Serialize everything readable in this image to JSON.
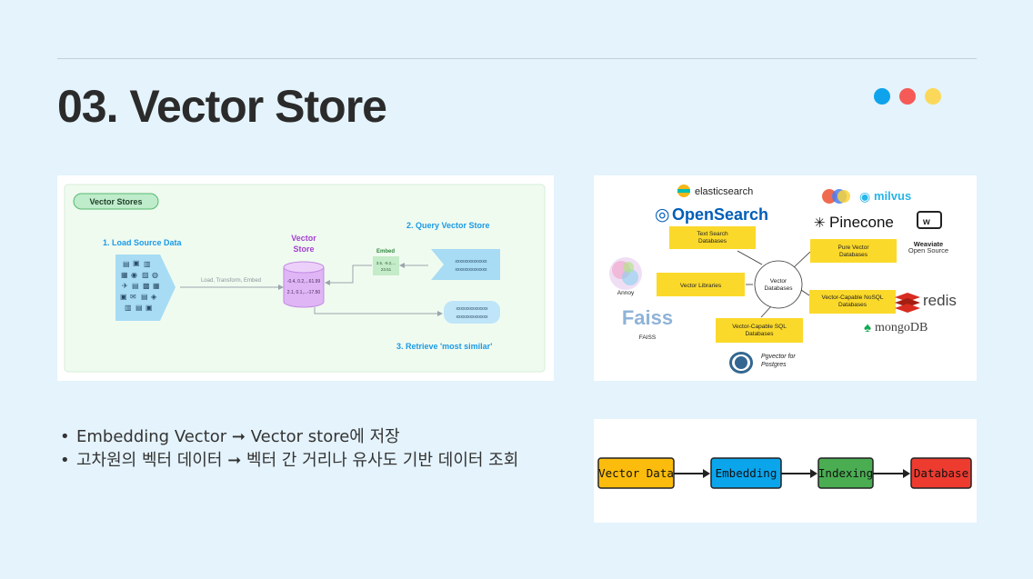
{
  "slide": {
    "title": "03. Vector Store",
    "dots": [
      {
        "name": "blue-dot",
        "color": "#0fa3ec"
      },
      {
        "name": "red-dot",
        "color": "#f55a57"
      },
      {
        "name": "yellow-dot",
        "color": "#fbd859"
      }
    ],
    "bullets": [
      "Embedding Vector ➞ Vector store에 저장",
      "고차원의 벡터 데이터 ➞ 벡터 간 거리나 유사도 기반 데이터 조회"
    ]
  },
  "vector_stores_diagram": {
    "badge": "Vector Stores",
    "step1": "1. Load Source Data",
    "step2": "2. Query Vector Store",
    "step3": "3. Retrieve 'most similar'",
    "store_line1": "Vector",
    "store_line2": "Store",
    "pipeline_label": "Load, Transform, Embed",
    "embed_label": "Embed",
    "embed_vals1": "3.5, -9.2,...",
    "embed_vals2": "23.51",
    "db_vals1": "-0.4, 0.2,...61.99",
    "db_vals2": "2.1, 0.1,...-17.50",
    "query_x1": "xxxxxxxxxxxxxx",
    "query_x2": "xxxxxxxxxxxxxx",
    "result_x1": "xxxxxxxxxxxxxx",
    "result_x2": "xxxxxxxxxxxxxx"
  },
  "ecosystem_diagram": {
    "center_line1": "Vector",
    "center_line2": "Databases",
    "text_search_1": "Text Search",
    "text_search_2": "Databases",
    "pure_vector_1": "Pure Vector",
    "pure_vector_2": "Databases",
    "vector_libraries": "Vector Libraries",
    "nosql_1": "Vector-Capable NoSQL",
    "nosql_2": "Databases",
    "sql_1": "Vector-Capable SQL",
    "sql_2": "Databases",
    "elasticsearch": "elasticsearch",
    "opensearch": "OpenSearch",
    "milvus": "milvus",
    "pinecone": "Pinecone",
    "weaviate_1": "Weaviate",
    "weaviate_2": "Open Source",
    "annoy": "Annoy",
    "faiss_logo": "Faiss",
    "faiss": "FAISS",
    "redis": "redis",
    "mongodb": "mongoDB",
    "pgvector_1": "Pgvector for",
    "pgvector_2": "Postgres"
  },
  "pipeline": {
    "steps": [
      {
        "label": "Vector Data",
        "color": "#fbbc0d"
      },
      {
        "label": "Embedding",
        "color": "#0ba5ec"
      },
      {
        "label": "Indexing",
        "color": "#4aad52"
      },
      {
        "label": "Database",
        "color": "#ee3b30"
      }
    ]
  }
}
